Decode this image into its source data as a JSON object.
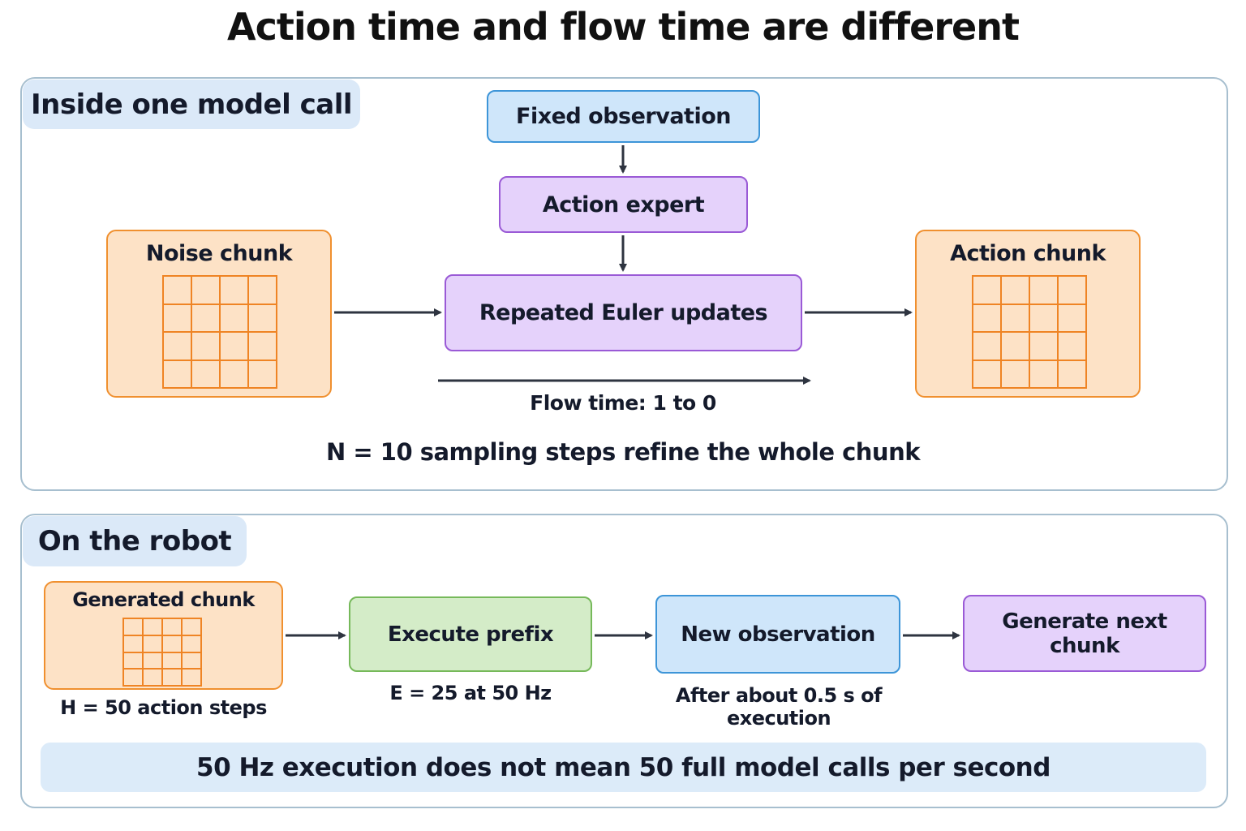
{
  "title": "Action time and flow time are different",
  "top_panel": {
    "tag": "Inside one model call",
    "fixed_observation": "Fixed observation",
    "action_expert": "Action expert",
    "euler_updates": "Repeated Euler updates",
    "noise_chunk": "Noise chunk",
    "action_chunk": "Action chunk",
    "flow_time": "Flow time: 1 to 0",
    "sampling_note": "N = 10 sampling steps refine the whole chunk"
  },
  "bottom_panel": {
    "tag": "On the robot",
    "generated_chunk": "Generated chunk",
    "horizon_note": "H = 50 action steps",
    "execute_prefix": "Execute prefix",
    "execute_note": "E = 25 at 50 Hz",
    "new_observation": "New observation",
    "observation_note": "After about 0.5 s of execution",
    "generate_next": "Generate next chunk",
    "banner": "50 Hz execution does not mean 50 full model calls per second"
  },
  "colors": {
    "blue_fill": "#cfe6fa",
    "blue_border": "#3d95d8",
    "purple_fill": "#e5d2fb",
    "purple_border": "#9a5ad6",
    "orange_fill": "#fde2c6",
    "orange_border": "#f0902f",
    "green_fill": "#d4ecc8",
    "green_border": "#76b95a",
    "arrow": "#2e3440"
  }
}
